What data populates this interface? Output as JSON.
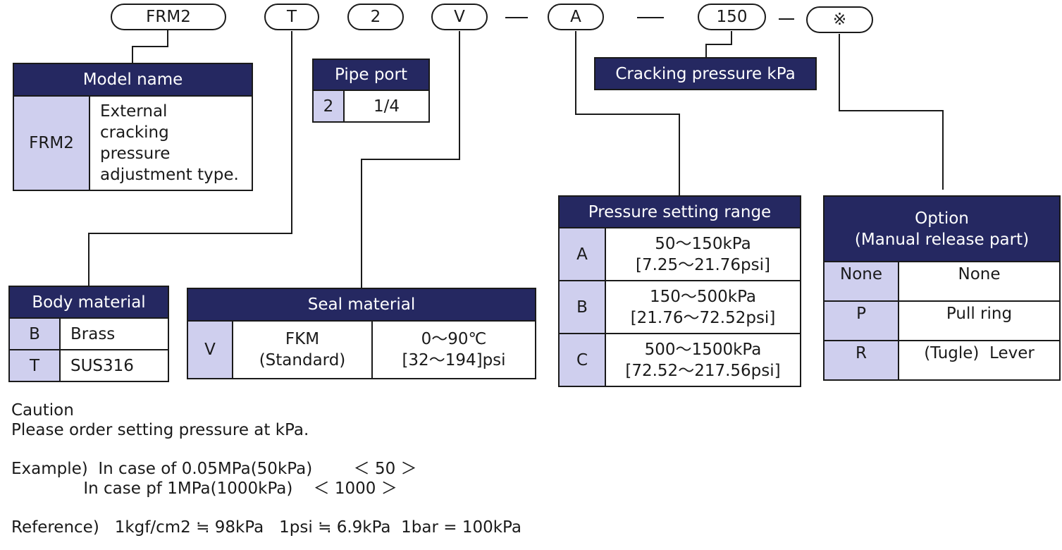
{
  "code_parts": {
    "model": "FRM2",
    "body": "T",
    "port": "2",
    "seal": "V",
    "range": "A",
    "pressure": "150",
    "option": "※"
  },
  "model_table": {
    "title": "Model name",
    "code": "FRM2",
    "description_lines": [
      "External",
      "cracking",
      "pressure",
      "adjustment type."
    ]
  },
  "pipe_port_table": {
    "title": "Pipe port",
    "code": "2",
    "value": "1/4"
  },
  "cracking_pressure_label": "Cracking pressure kPa",
  "body_material_table": {
    "title": "Body material",
    "rows": [
      {
        "code": "B",
        "value": "Brass"
      },
      {
        "code": "T",
        "value": "SUS316"
      }
    ]
  },
  "seal_material_table": {
    "title": "Seal material",
    "code": "V",
    "material_lines": [
      "FKM",
      "(Standard)"
    ],
    "temp_lines": [
      "0～90℃",
      "[32～194]psi"
    ]
  },
  "pressure_range_table": {
    "title": "Pressure setting range",
    "rows": [
      {
        "code": "A",
        "line1": "50～150kPa",
        "line2": "[7.25～21.76psi]"
      },
      {
        "code": "B",
        "line1": "150～500kPa",
        "line2": "[21.76～72.52psi]"
      },
      {
        "code": "C",
        "line1": "500～1500kPa",
        "line2": "[72.52～217.56psi]"
      }
    ]
  },
  "option_table": {
    "title_line1": "Option",
    "title_line2": "(Manual release part)",
    "rows": [
      {
        "code": "None",
        "value": "None"
      },
      {
        "code": "P",
        "value": "Pull ring"
      },
      {
        "code": "R",
        "value": "(Tugle)  Lever"
      }
    ]
  },
  "notes": {
    "caution_title": "Caution",
    "caution_text": "Please order setting pressure at kPa.",
    "example_line1": "Example)  In case of 0.05MPa(50kPa)        ＜ 50 ＞",
    "example_line2": "              In case pf 1MPa(1000kPa)    ＜ 1000 ＞",
    "reference": "Reference)   1kgf/cm2 ≒ 98kPa   1psi ≒ 6.9kPa  1bar = 100kPa"
  }
}
